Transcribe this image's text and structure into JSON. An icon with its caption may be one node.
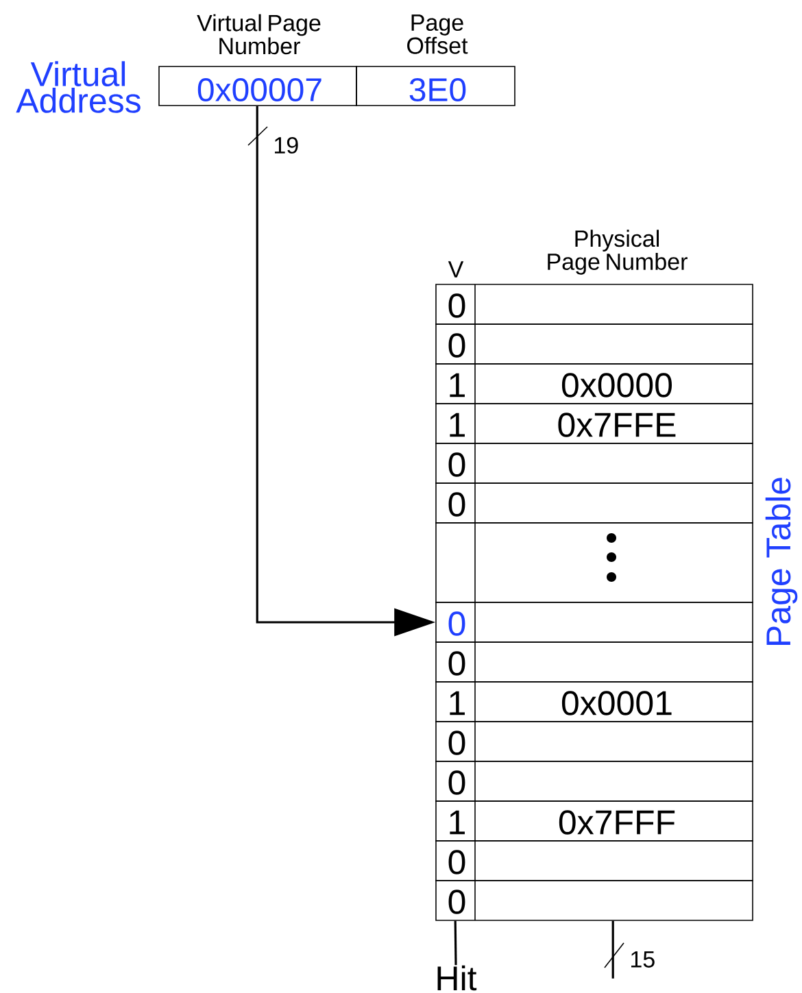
{
  "diagram": {
    "nodes": [
      {
        "text": [
          "Virtual Page Number",
          "0x00007"
        ]
      },
      {
        "text": [
          "Page Offset",
          "3E0"
        ]
      },
      {
        "text": [
          "0"
        ]
      },
      {
        "text": [
          "0"
        ]
      },
      {
        "text": [
          "1",
          "0x0000"
        ]
      },
      {
        "text": [
          "1",
          "0x7FFE"
        ]
      },
      {
        "text": [
          "0"
        ]
      },
      {
        "text": [
          "0"
        ]
      },
      {
        "text": [],
        "shape": "box"
      },
      {
        "text": [
          "0"
        ]
      },
      {
        "text": [
          "0"
        ]
      },
      {
        "text": [
          "1",
          "0x0001"
        ]
      },
      {
        "text": [
          "0"
        ]
      },
      {
        "text": [
          "0"
        ]
      },
      {
        "text": [
          "1",
          "0x7FFF"
        ]
      },
      {
        "text": [
          "0"
        ]
      },
      {
        "text": [
          "0"
        ]
      },
      {
        "text": [
          "Hit"
        ]
      }
    ],
    "edges": [
      {
        "from": 0,
        "to": 9,
        "arrow": "to",
        "label": "19"
      },
      {
        "from": 16,
        "to": 17,
        "arrow": "none"
      },
      {
        "from": 16,
        "to": null,
        "arrow": "none",
        "label": "15"
      }
    ],
    "labels": [
      "Virtual Address",
      "V",
      "Physical Page Number",
      "Page Table"
    ]
  }
}
